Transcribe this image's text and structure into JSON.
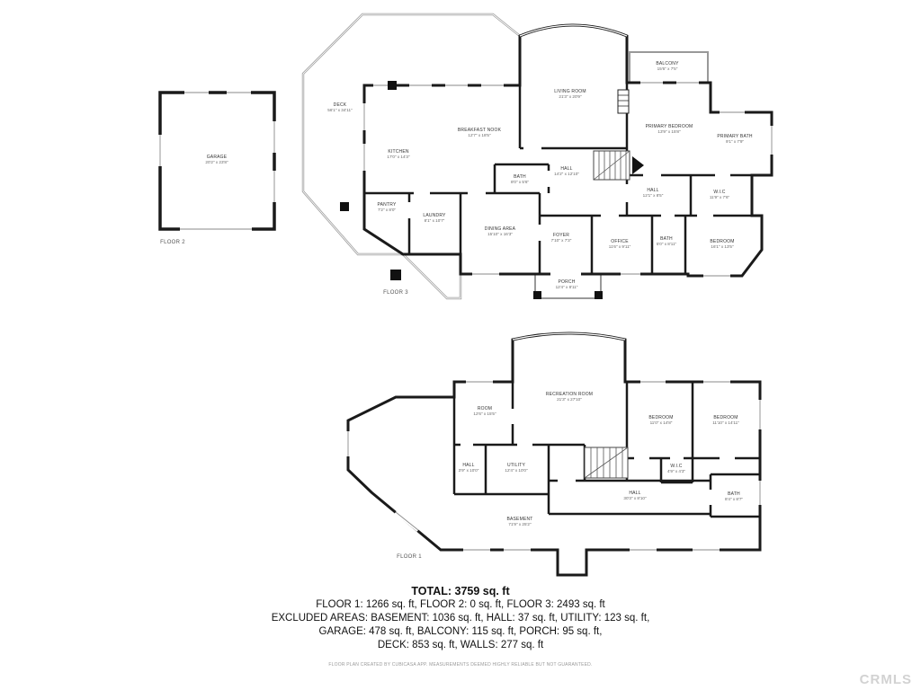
{
  "summary": {
    "total": "TOTAL: 3759 sq. ft",
    "floors_line": "FLOOR 1: 1266 sq. ft, FLOOR 2: 0 sq. ft, FLOOR 3: 2493 sq. ft",
    "excluded_line1": "EXCLUDED AREAS: BASEMENT: 1036 sq. ft, HALL: 37 sq. ft, UTILITY: 123 sq. ft,",
    "excluded_line2": "GARAGE: 478 sq. ft, BALCONY: 115 sq. ft, PORCH: 95 sq. ft,",
    "excluded_line3": "DECK: 853 sq. ft, WALLS: 277 sq. ft",
    "disclaimer": "FLOOR PLAN CREATED BY CUBICASA APP. MEASUREMENTS DEEMED HIGHLY RELIABLE BUT NOT GUARANTEED.",
    "watermark": "CRMLS"
  },
  "colors": {
    "wall": "#1a1a1a",
    "thin_outline": "#999999",
    "label": "#444444"
  },
  "floor2": {
    "label": "FLOOR 2",
    "rooms": [
      {
        "name": "GARAGE",
        "dims": "20'2\" x 23'8\""
      }
    ]
  },
  "floor3": {
    "label": "FLOOR 3",
    "rooms": [
      {
        "name": "DECK",
        "dims": "56'1\" x 34'11\""
      },
      {
        "name": "KITCHEN",
        "dims": "17'0\" x 14'3\""
      },
      {
        "name": "BREAKFAST NOOK",
        "dims": "12'7\" x 18'5\""
      },
      {
        "name": "LIVING ROOM",
        "dims": "21'3\" x 20'9\""
      },
      {
        "name": "BALCONY",
        "dims": "15'6\" x 7'5\""
      },
      {
        "name": "PRIMARY BEDROOM",
        "dims": "13'9\" x 15'8\""
      },
      {
        "name": "PRIMARY BATH",
        "dims": "9'1\" x 7'9\""
      },
      {
        "name": "HALL",
        "dims": "14'2\" x 12'10\""
      },
      {
        "name": "BATH",
        "dims": "8'0\" x 5'6\""
      },
      {
        "name": "HALL",
        "dims": "12'1\" x 8'5\""
      },
      {
        "name": "W.I.C",
        "dims": "11'9\" x 7'6\""
      },
      {
        "name": "PANTRY",
        "dims": "7'2\" x 8'0\""
      },
      {
        "name": "LAUNDRY",
        "dims": "8'1\" x 10'7\""
      },
      {
        "name": "DINING AREA",
        "dims": "15'10\" x 16'3\""
      },
      {
        "name": "FOYER",
        "dims": "7'10\" x 7'3\""
      },
      {
        "name": "OFFICE",
        "dims": "11'6\" x 9'11\""
      },
      {
        "name": "BATH",
        "dims": "5'0\" x 8'11\""
      },
      {
        "name": "BEDROOM",
        "dims": "16'1\" x 13'5\""
      },
      {
        "name": "PORCH",
        "dims": "12'4\" x 8'11\""
      }
    ]
  },
  "floor1": {
    "label": "FLOOR 1",
    "rooms": [
      {
        "name": "RECREATION ROOM",
        "dims": "21'3\" x 27'10\""
      },
      {
        "name": "ROOM",
        "dims": "12'6\" x 15'5\""
      },
      {
        "name": "BEDROOM",
        "dims": "11'0\" x 14'8\""
      },
      {
        "name": "BEDROOM",
        "dims": "11'10\" x 14'11\""
      },
      {
        "name": "HALL",
        "dims": "3'9\" x 10'0\""
      },
      {
        "name": "UTILITY",
        "dims": "12'4\" x 10'0\""
      },
      {
        "name": "W.I.C",
        "dims": "4'9\" x 4'3\""
      },
      {
        "name": "HALL",
        "dims": "30'3\" x 8'10\""
      },
      {
        "name": "BATH",
        "dims": "8'4\" x 8'7\""
      },
      {
        "name": "BASEMENT",
        "dims": "71'9\" x 25'2\""
      }
    ]
  }
}
